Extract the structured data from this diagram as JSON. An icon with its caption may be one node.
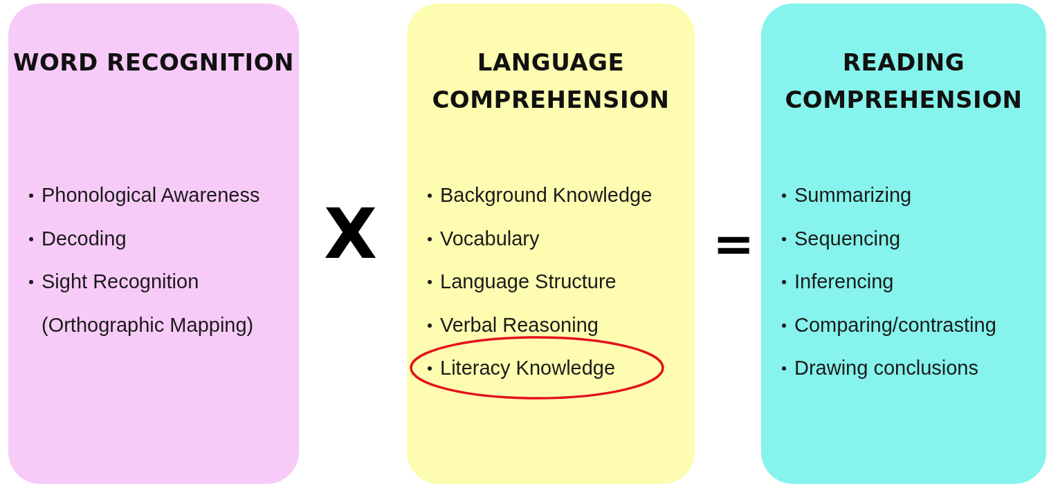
{
  "diagram": {
    "nodes": [
      {
        "text": [
          "WORD RECOGNITION",
          "Phonological Awareness",
          "Decoding",
          "Sight Recognition (Orthographic Mapping)"
        ]
      },
      {
        "text": [
          "LANGUAGE COMPREHENSION",
          "Background Knowledge",
          "Vocabulary",
          "Language Structure",
          "Verbal Reasoning"
        ]
      },
      {
        "text": [
          "READING COMPREHENSION",
          "Summarizing",
          "Sequencing",
          "Inferencing",
          "Comparing/contrasting",
          "Drawing conclusions"
        ]
      },
      {
        "text": [
          "Literacy Knowledge"
        ],
        "in": 1
      }
    ],
    "edges": [],
    "labels": [
      "X",
      "="
    ]
  }
}
